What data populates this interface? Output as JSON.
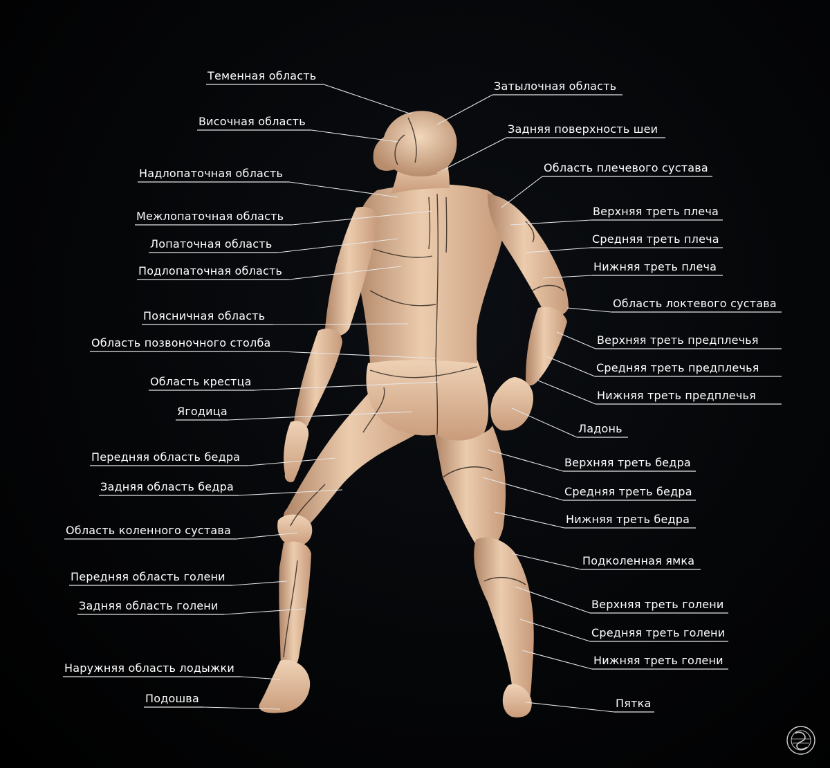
{
  "diagram": {
    "labels": [
      {
        "id": "temennaya",
        "text": "Теменная область"
      },
      {
        "id": "zatylochnaya",
        "text": "Затылочная область"
      },
      {
        "id": "visochnaya",
        "text": "Височная область"
      },
      {
        "id": "zadnyaya-sheya",
        "text": "Задняя поверхность шеи"
      },
      {
        "id": "nadlopatochnaya",
        "text": "Надлопаточная область"
      },
      {
        "id": "plechevoy-sustav",
        "text": "Область плечевого сустава"
      },
      {
        "id": "mezhlopatochnaya",
        "text": "Межлопаточная область"
      },
      {
        "id": "verh-plecho",
        "text": "Верхняя треть плеча"
      },
      {
        "id": "lopatochnaya",
        "text": "Лопаточная область"
      },
      {
        "id": "sred-plecho",
        "text": "Средняя треть плеча"
      },
      {
        "id": "podlopatochnaya",
        "text": "Подлопаточная область"
      },
      {
        "id": "nizh-plecho",
        "text": "Нижняя треть плеча"
      },
      {
        "id": "loktevoy-sustav",
        "text": "Область локтевого сустава"
      },
      {
        "id": "poyasnichnaya",
        "text": "Поясничная область"
      },
      {
        "id": "verh-predplechye",
        "text": "Верхняя треть предплечья"
      },
      {
        "id": "pozvonochnik",
        "text": "Область позвоночного столба"
      },
      {
        "id": "sred-predplechye",
        "text": "Средняя треть предплечья"
      },
      {
        "id": "krestets",
        "text": "Область крестца"
      },
      {
        "id": "nizh-predplechye",
        "text": "Нижняя треть предплечья"
      },
      {
        "id": "yagoditsa",
        "text": "Ягодица"
      },
      {
        "id": "ladon",
        "text": "Ладонь"
      },
      {
        "id": "pered-bedro",
        "text": "Передняя область бедра"
      },
      {
        "id": "verh-bedro",
        "text": "Верхняя треть бедра"
      },
      {
        "id": "zad-bedro",
        "text": "Задняя область бедра"
      },
      {
        "id": "sred-bedro",
        "text": "Средняя треть бедра"
      },
      {
        "id": "nizh-bedro",
        "text": "Нижняя треть бедра"
      },
      {
        "id": "kolenny-sustav",
        "text": "Область коленного сустава"
      },
      {
        "id": "podkolennaya",
        "text": "Подколенная ямка"
      },
      {
        "id": "pered-golen",
        "text": "Передняя область голени"
      },
      {
        "id": "verh-golen",
        "text": "Верхняя треть голени"
      },
      {
        "id": "zad-golen",
        "text": "Задняя область голени"
      },
      {
        "id": "sred-golen",
        "text": "Средняя треть голени"
      },
      {
        "id": "nizh-golen",
        "text": "Нижняя треть голени"
      },
      {
        "id": "lodyzhka",
        "text": "Наружняя область лодыжки"
      },
      {
        "id": "podoshva",
        "text": "Подошва"
      },
      {
        "id": "pyatka",
        "text": "Пятка"
      }
    ],
    "colors": {
      "background": "#000000",
      "text": "#ffffff",
      "line": "#e6e6e6",
      "skin": "#e9c8aa",
      "seam": "#1a1410"
    }
  }
}
